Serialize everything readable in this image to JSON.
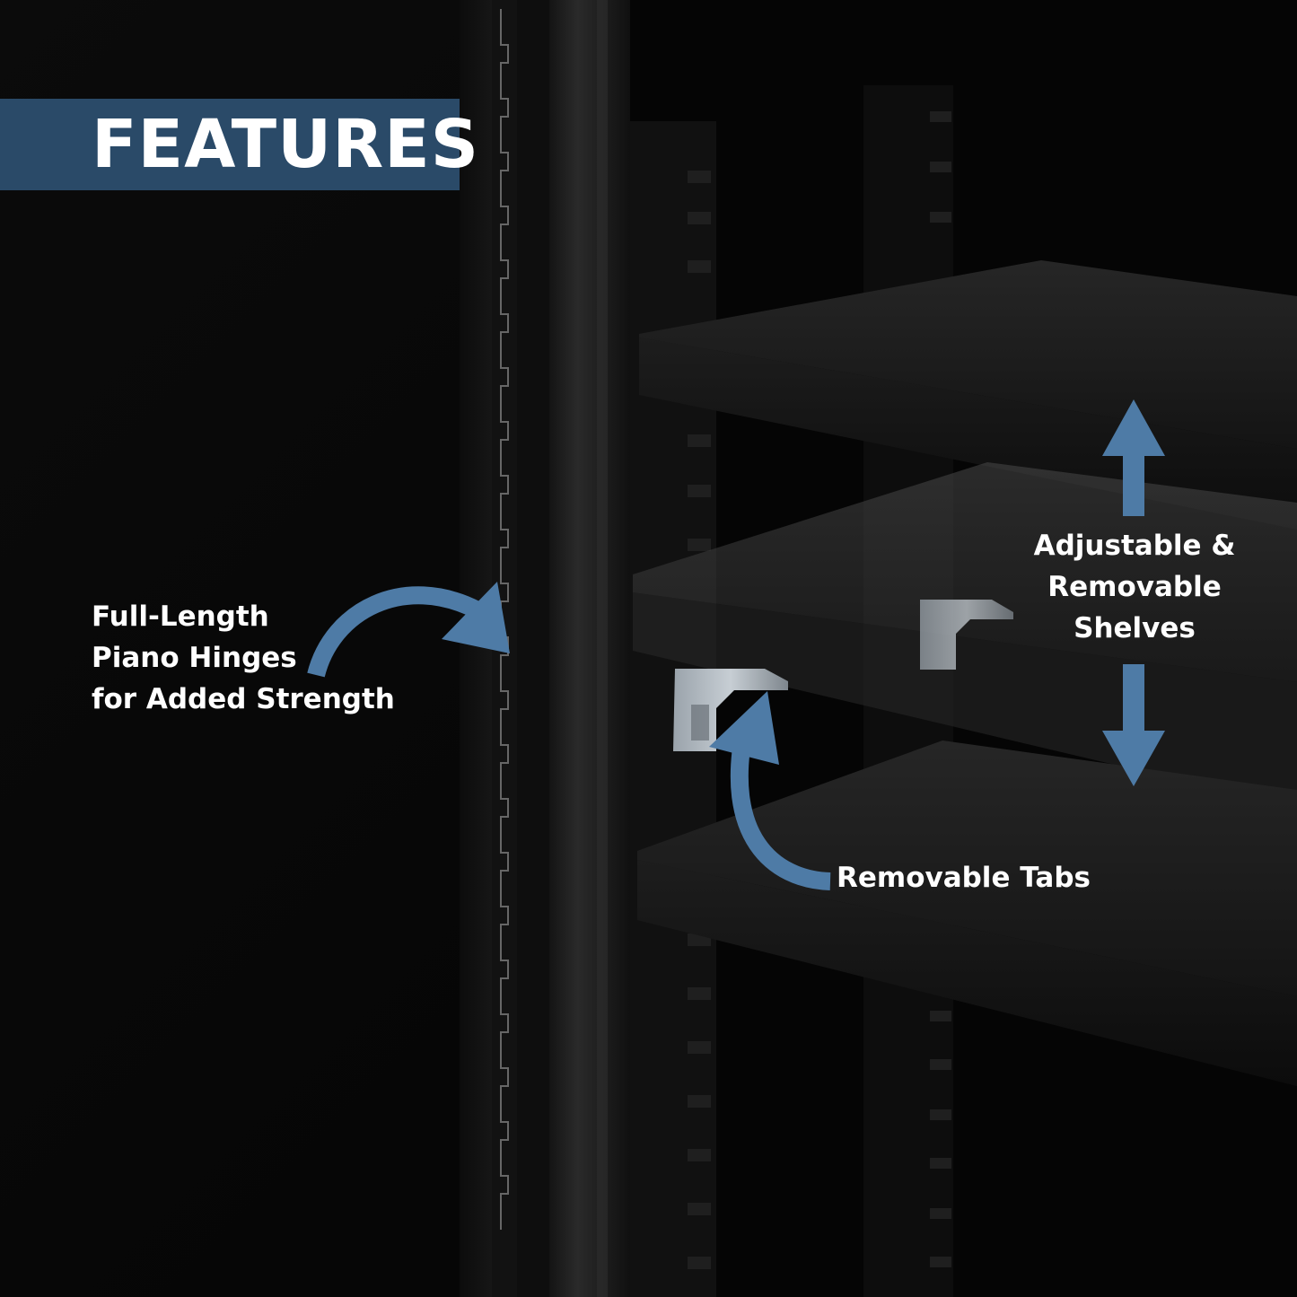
{
  "banner": {
    "title": "FEATURES"
  },
  "callouts": {
    "hinges": [
      "Full-Length",
      "Piano Hinges",
      "for Added Strength"
    ],
    "shelves": [
      "Adjustable &",
      "Removable",
      "Shelves"
    ],
    "tabs": "Removable Tabs"
  },
  "colors": {
    "accent": "#2a4a68",
    "arrow": "#4e7ba6",
    "background": "#070707",
    "text": "#ffffff"
  }
}
